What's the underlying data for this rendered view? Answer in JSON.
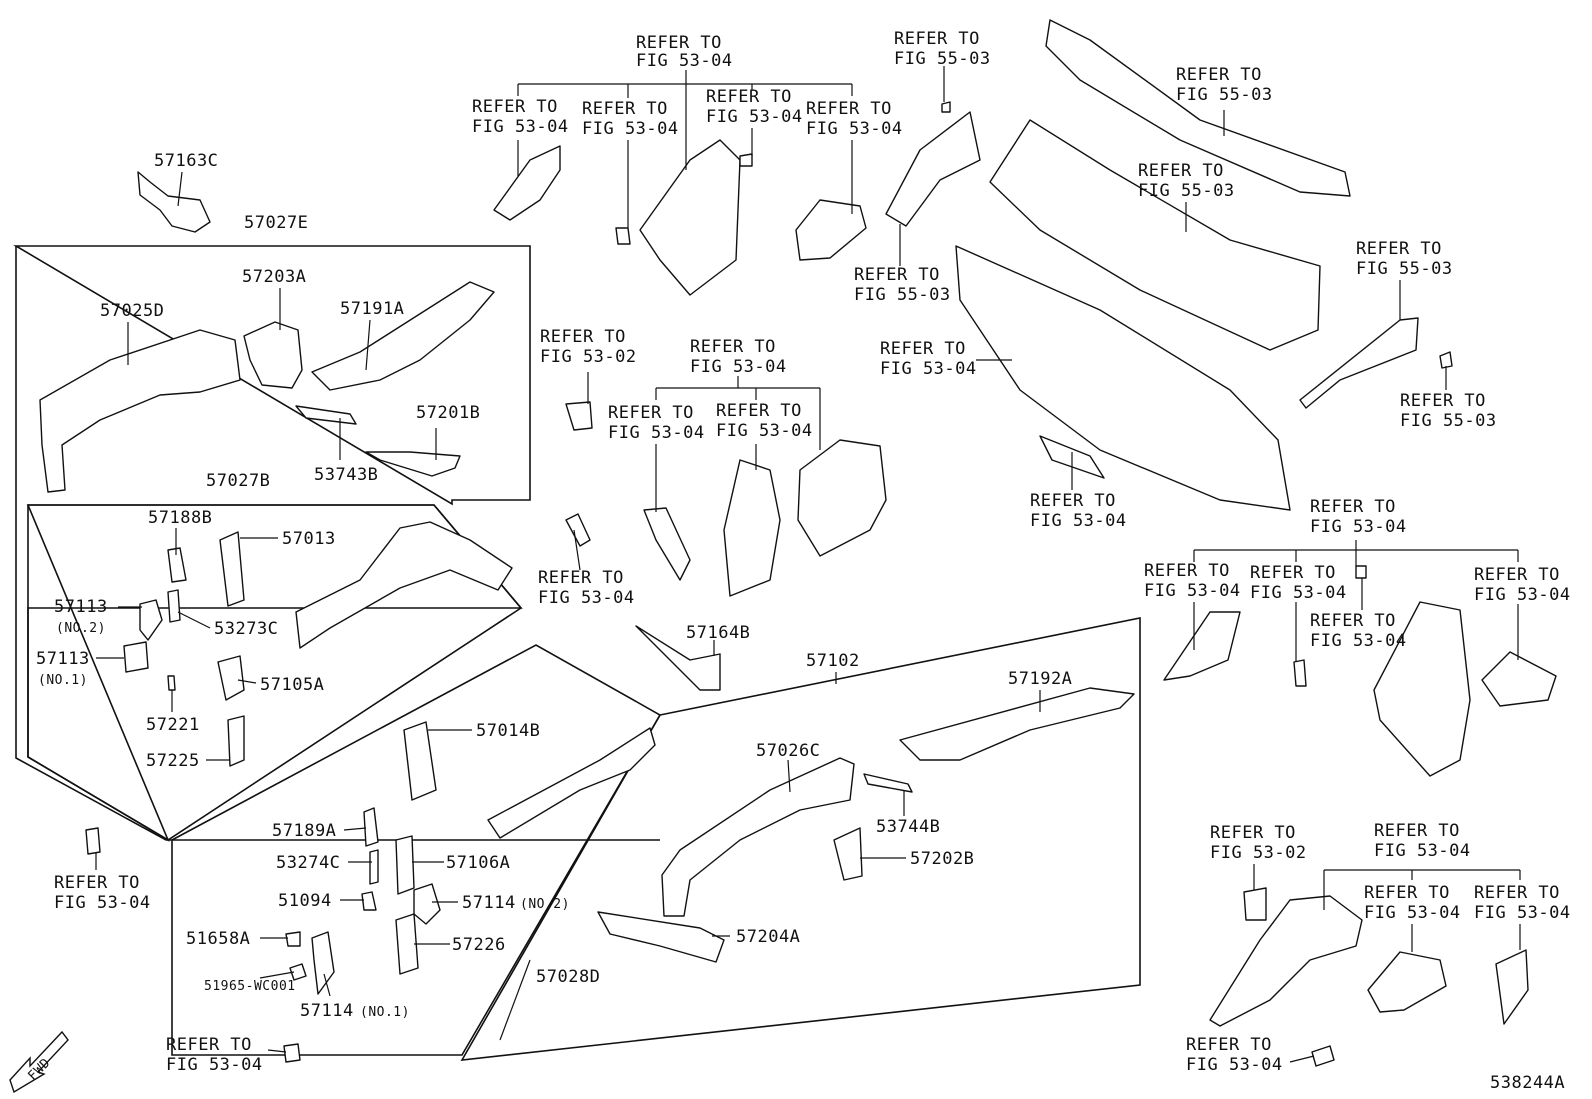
{
  "diagram": {
    "watermark": "",
    "figure_id": "538244A",
    "fwd_label": "FWD",
    "parts": {
      "p57163C": "57163C",
      "p57027E": "57027E",
      "p57025D": "57025D",
      "p57203A": "57203A",
      "p57191A": "57191A",
      "p57201B": "57201B",
      "p53743B": "53743B",
      "p57027B": "57027B",
      "p57188B": "57188B",
      "p57013": "57013",
      "p57113_2": "57113",
      "p57113_2n": "(NO.2)",
      "p53273C": "53273C",
      "p57113_1": "57113",
      "p57113_1n": "(NO.1)",
      "p57105A": "57105A",
      "p57221": "57221",
      "p57225": "57225",
      "p57164B": "57164B",
      "p57102": "57102",
      "p57192A": "57192A",
      "p57014B": "57014B",
      "p57026C": "57026C",
      "p57189A": "57189A",
      "p53274C": "53274C",
      "p57106A": "57106A",
      "p51094": "51094",
      "p57114_2": "57114",
      "p57114_2n": "(NO.2)",
      "p51658A": "51658A",
      "p57226": "57226",
      "p51965": "51965-WC001",
      "p57114_1": "57114",
      "p57114_1n": "(NO.1)",
      "p57028D": "57028D",
      "p53744B": "53744B",
      "p57202B": "57202B",
      "p57204A": "57204A"
    },
    "refer": {
      "word": "REFER TO",
      "f5304": "FIG 53-04",
      "f5302": "FIG 53-02",
      "f5503": "FIG 55-03"
    }
  }
}
